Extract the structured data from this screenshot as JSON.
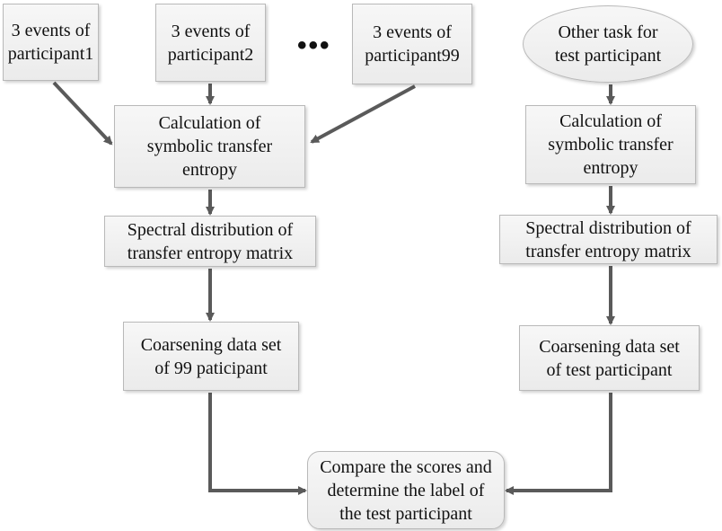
{
  "diagram": {
    "left_inputs": [
      "3 events of\nparticipant1",
      "3 events of\nparticipant2",
      "3 events of\nparticipant99"
    ],
    "ellipsis": "•••",
    "right_input": "Other task for\ntest participant",
    "left_calc": "Calculation of\nsymbolic transfer\nentropy",
    "right_calc": "Calculation of\nsymbolic transfer\nentropy",
    "left_spectral": "Spectral distribution of\ntransfer entropy matrix",
    "right_spectral": "Spectral distribution of\ntransfer entropy matrix",
    "left_coarsen": "Coarsening data set\nof 99 paticipant",
    "right_coarsen": "Coarsening data set\nof test participant",
    "compare": "Compare the scores and\ndetermine the label of\nthe test participant"
  },
  "colors": {
    "arrow": "#5a5a5a",
    "box_border": "#b9b9b9"
  }
}
